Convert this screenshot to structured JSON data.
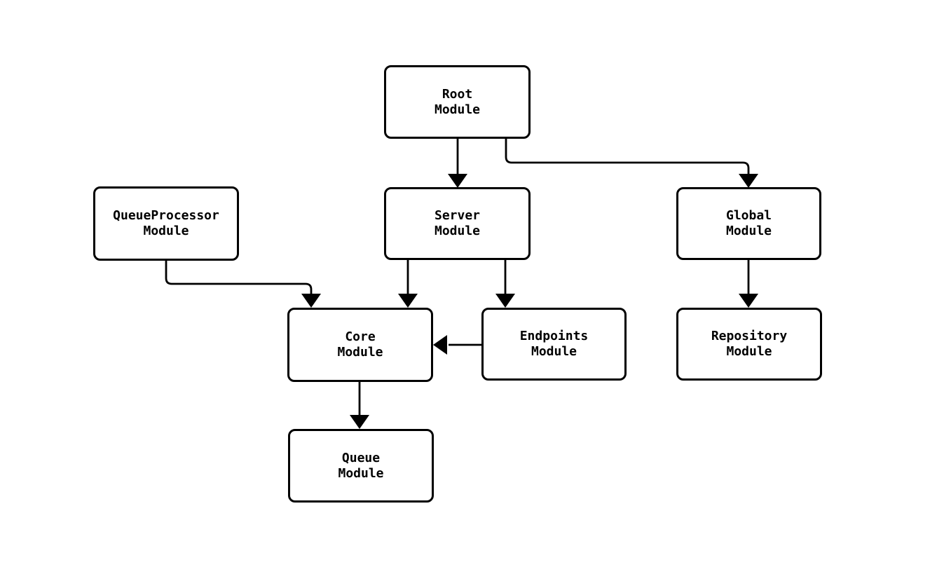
{
  "diagram": {
    "type": "module-dependency-flowchart",
    "colors": {
      "background": "#ffffff",
      "node_fill": "#ffffff",
      "node_border": "#000000",
      "edge_stroke": "#000000",
      "text": "#000000"
    },
    "nodes": [
      {
        "id": "root",
        "title": "Root",
        "subtitle": "Module"
      },
      {
        "id": "queueprocessor",
        "title": "QueueProcessor",
        "subtitle": "Module"
      },
      {
        "id": "server",
        "title": "Server",
        "subtitle": "Module"
      },
      {
        "id": "global",
        "title": "Global",
        "subtitle": "Module"
      },
      {
        "id": "core",
        "title": "Core",
        "subtitle": "Module"
      },
      {
        "id": "endpoints",
        "title": "Endpoints",
        "subtitle": "Module"
      },
      {
        "id": "repository",
        "title": "Repository",
        "subtitle": "Module"
      },
      {
        "id": "queue",
        "title": "Queue",
        "subtitle": "Module"
      }
    ],
    "edges": [
      {
        "from": "Root Module",
        "to": "Server Module"
      },
      {
        "from": "Root Module",
        "to": "Global Module"
      },
      {
        "from": "QueueProcessor Module",
        "to": "Core Module"
      },
      {
        "from": "Server Module",
        "to": "Core Module"
      },
      {
        "from": "Server Module",
        "to": "Endpoints Module"
      },
      {
        "from": "Endpoints Module",
        "to": "Core Module"
      },
      {
        "from": "Global Module",
        "to": "Repository Module"
      },
      {
        "from": "Core Module",
        "to": "Queue Module"
      }
    ]
  }
}
